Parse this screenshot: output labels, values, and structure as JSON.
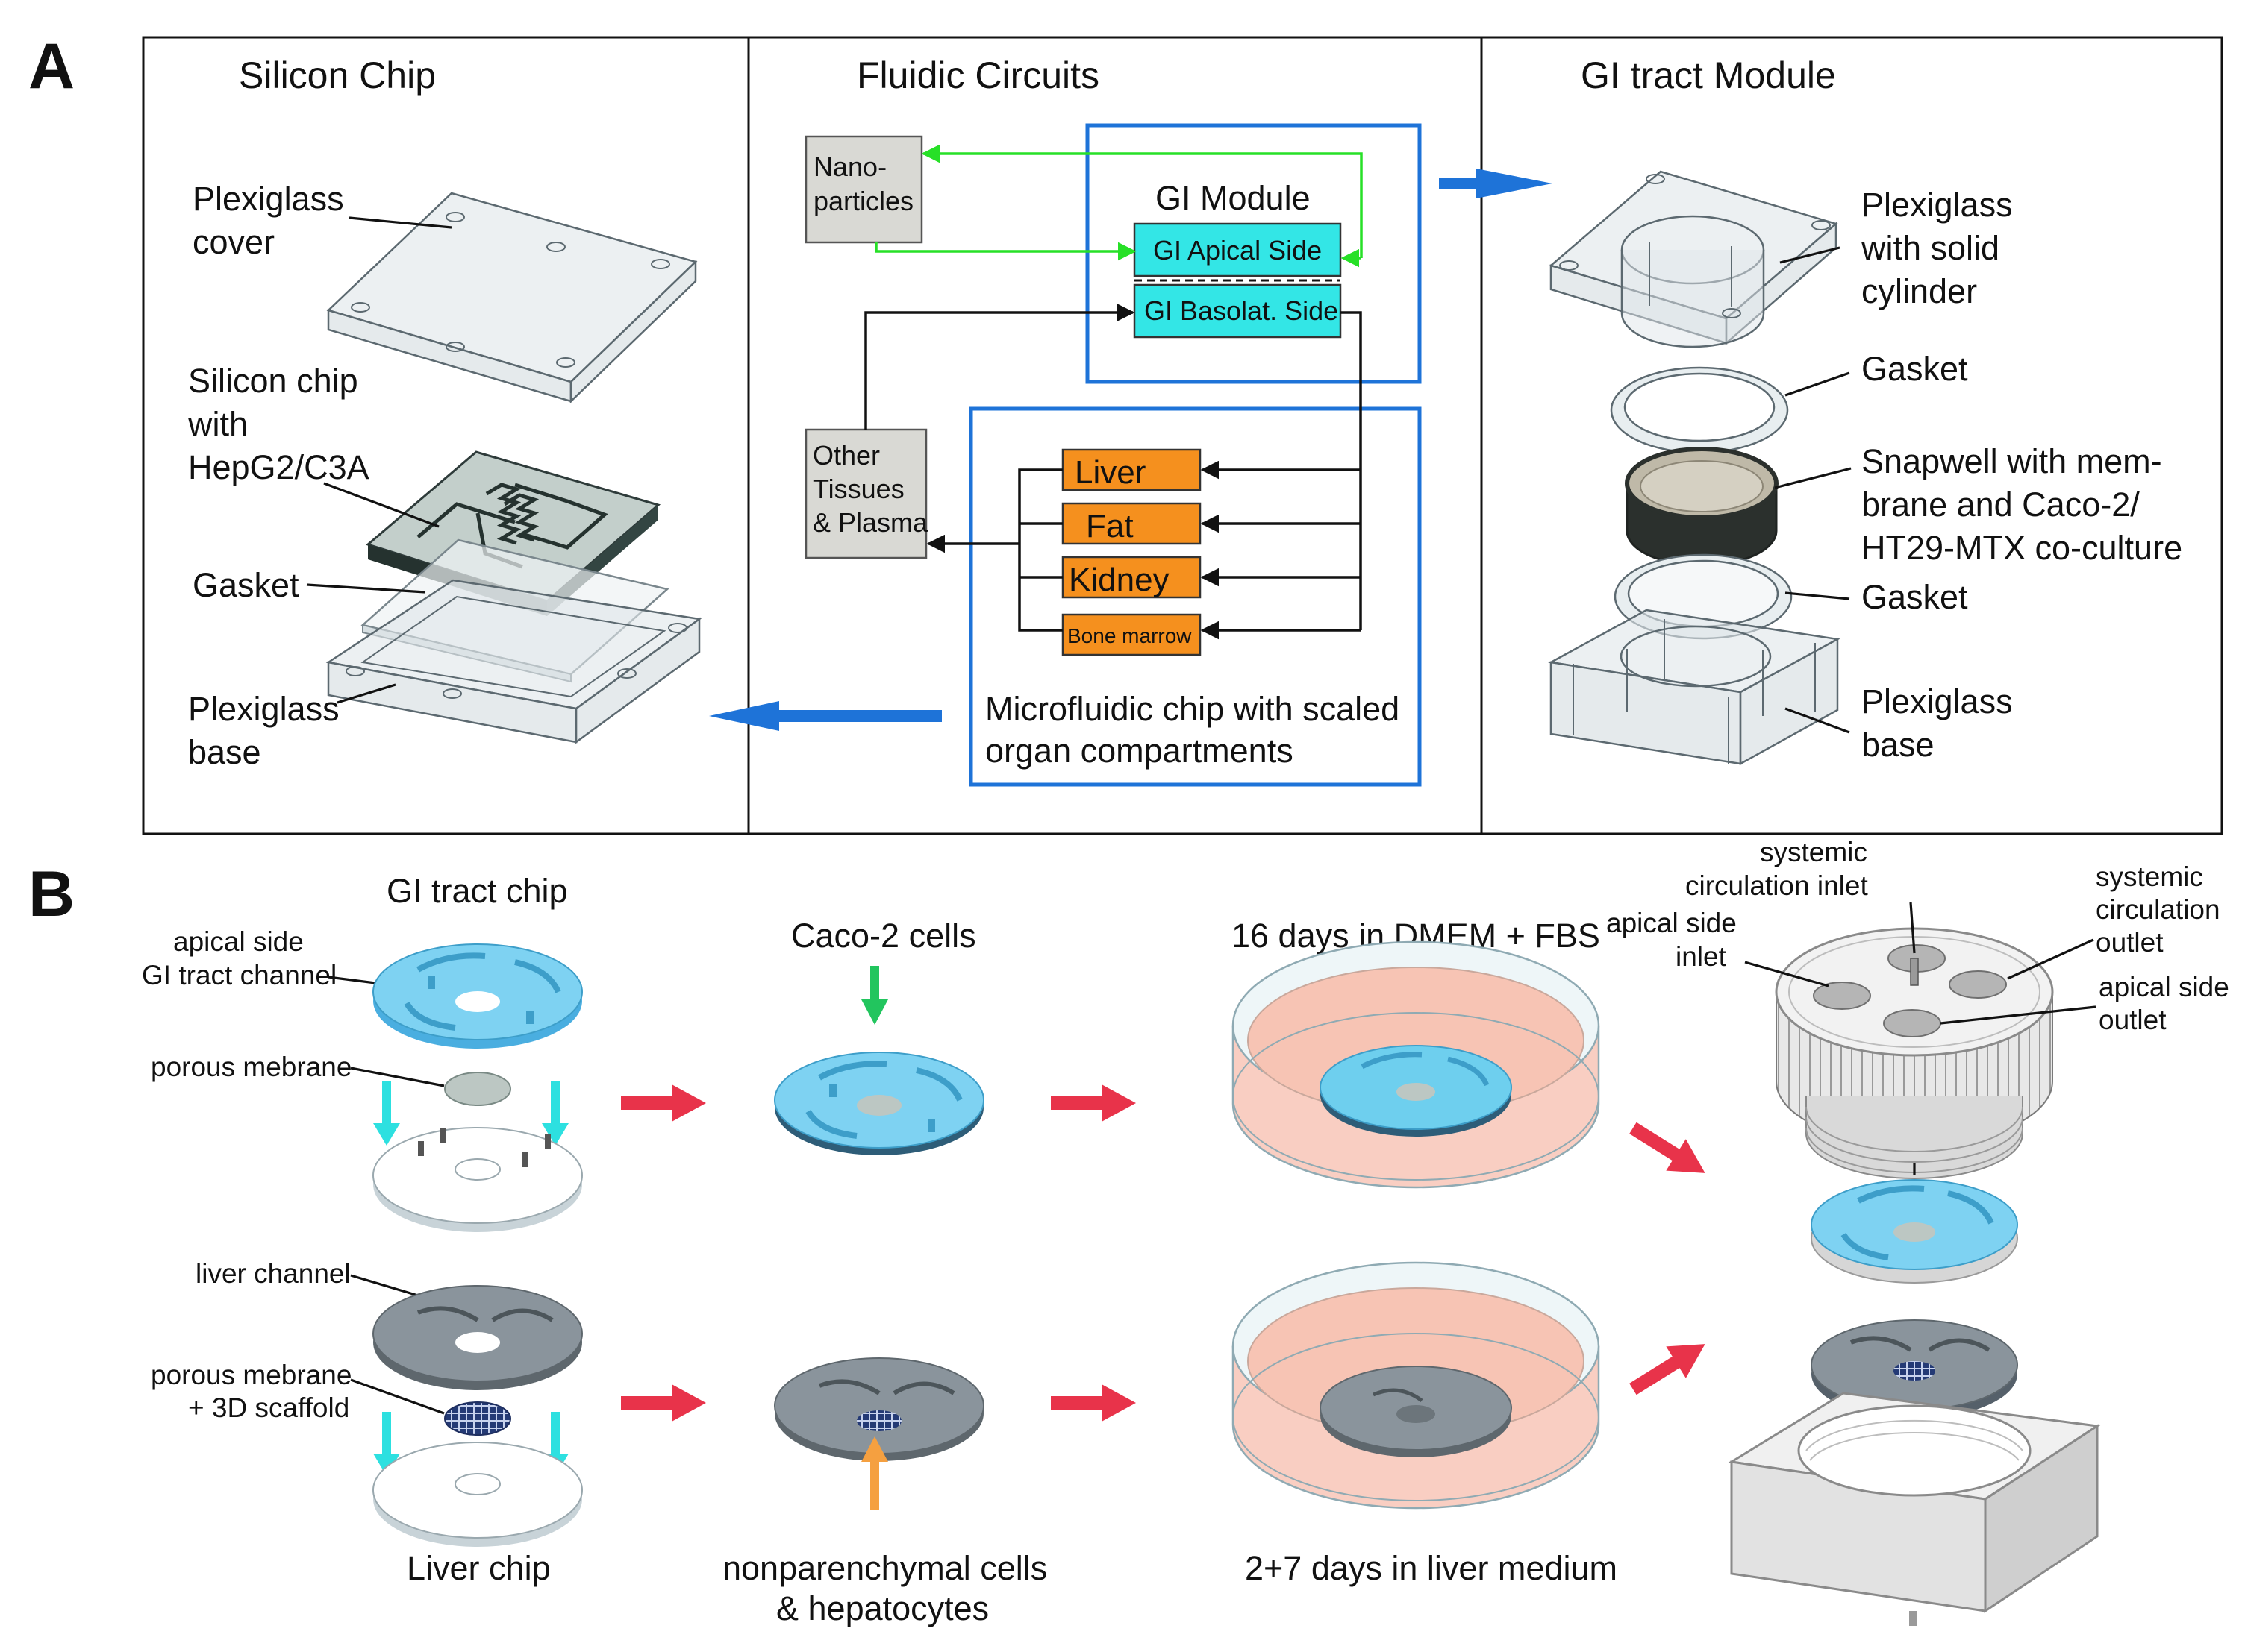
{
  "panel_a": {
    "letter": "A",
    "col1": {
      "title": "Silicon Chip",
      "labels": [
        "Plexiglass",
        "cover",
        "Silicon chip",
        "with",
        "HepG2/C3A",
        "Gasket",
        "Plexiglass",
        "base"
      ]
    },
    "col2": {
      "title": "Fluidic Circuits",
      "nano": [
        "Nano-",
        "particles"
      ],
      "gi_module": "GI Module",
      "gi_apical": "GI Apical Side",
      "gi_basolat": "GI Basolat. Side",
      "other": [
        "Other",
        "Tissues",
        "& Plasma"
      ],
      "organs": [
        "Liver",
        "Fat",
        "Kidney",
        "Bone marrow"
      ],
      "micro": [
        "Microfluidic chip with scaled",
        "organ compartments"
      ]
    },
    "col3": {
      "title": "GI tract Module",
      "labels": [
        "Plexiglass",
        "with solid",
        "cylinder",
        "Gasket",
        "Snapwell with mem-",
        "brane and Caco-2/",
        "HT29-MTX co-culture",
        "Gasket",
        "Plexiglass",
        "base"
      ]
    }
  },
  "panel_b": {
    "letter": "B",
    "gi_chip_title": "GI tract chip",
    "apical_label": [
      "apical side",
      "GI tract channel"
    ],
    "porous_label": "porous mebrane",
    "liver_channel_label": "liver channel",
    "porous_scaffold_label": [
      "porous mebrane",
      "+ 3D scaffold"
    ],
    "liver_chip_title": "Liver chip",
    "caco_label": "Caco-2 cells",
    "npc_label": [
      "nonparenchymal cells",
      "& hepatocytes"
    ],
    "dmem_label": "16 days in DMEM + FBS",
    "liver_medium_label": "2+7 days in liver medium",
    "systemic_inlet": [
      "systemic",
      "circulation inlet"
    ],
    "systemic_outlet": [
      "systemic",
      "circulation",
      "outlet"
    ],
    "apical_inlet": [
      "apical side",
      "inlet"
    ],
    "apical_outlet": [
      "apical side",
      "outlet"
    ]
  },
  "colors": {
    "cyan_box": "#33e6e6",
    "orange_box": "#f5901e",
    "blue_frame": "#1e73d8",
    "blue_arrow": "#1e73d8",
    "green_line": "#27e027",
    "red_arrow": "#e8334a",
    "cyan_arrow": "#2de0e0",
    "green_arrow": "#22c55e",
    "orange_arrow": "#f5a040",
    "chip_blue": "#6ecfee",
    "chip_gray": "#8a949c",
    "dish_pink": "#f7b9a8"
  }
}
